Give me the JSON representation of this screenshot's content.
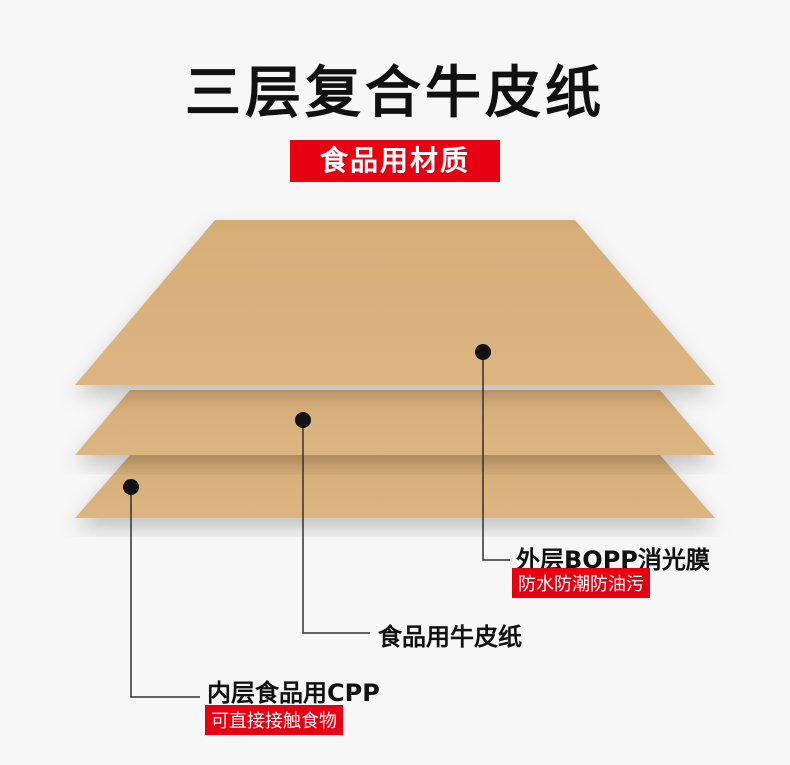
{
  "title": "三层复合牛皮纸",
  "badge": "食品用材质",
  "layers": {
    "outer": {
      "label": "外层BOPP消光膜",
      "tag": "防水防潮防油污"
    },
    "middle": {
      "label": "食品用牛皮纸"
    },
    "inner": {
      "label": "内层食品用CPP",
      "tag": "可直接接触食物"
    }
  },
  "colors": {
    "red": "#e60012",
    "kraft": "#d9b27e",
    "text": "#111111"
  }
}
